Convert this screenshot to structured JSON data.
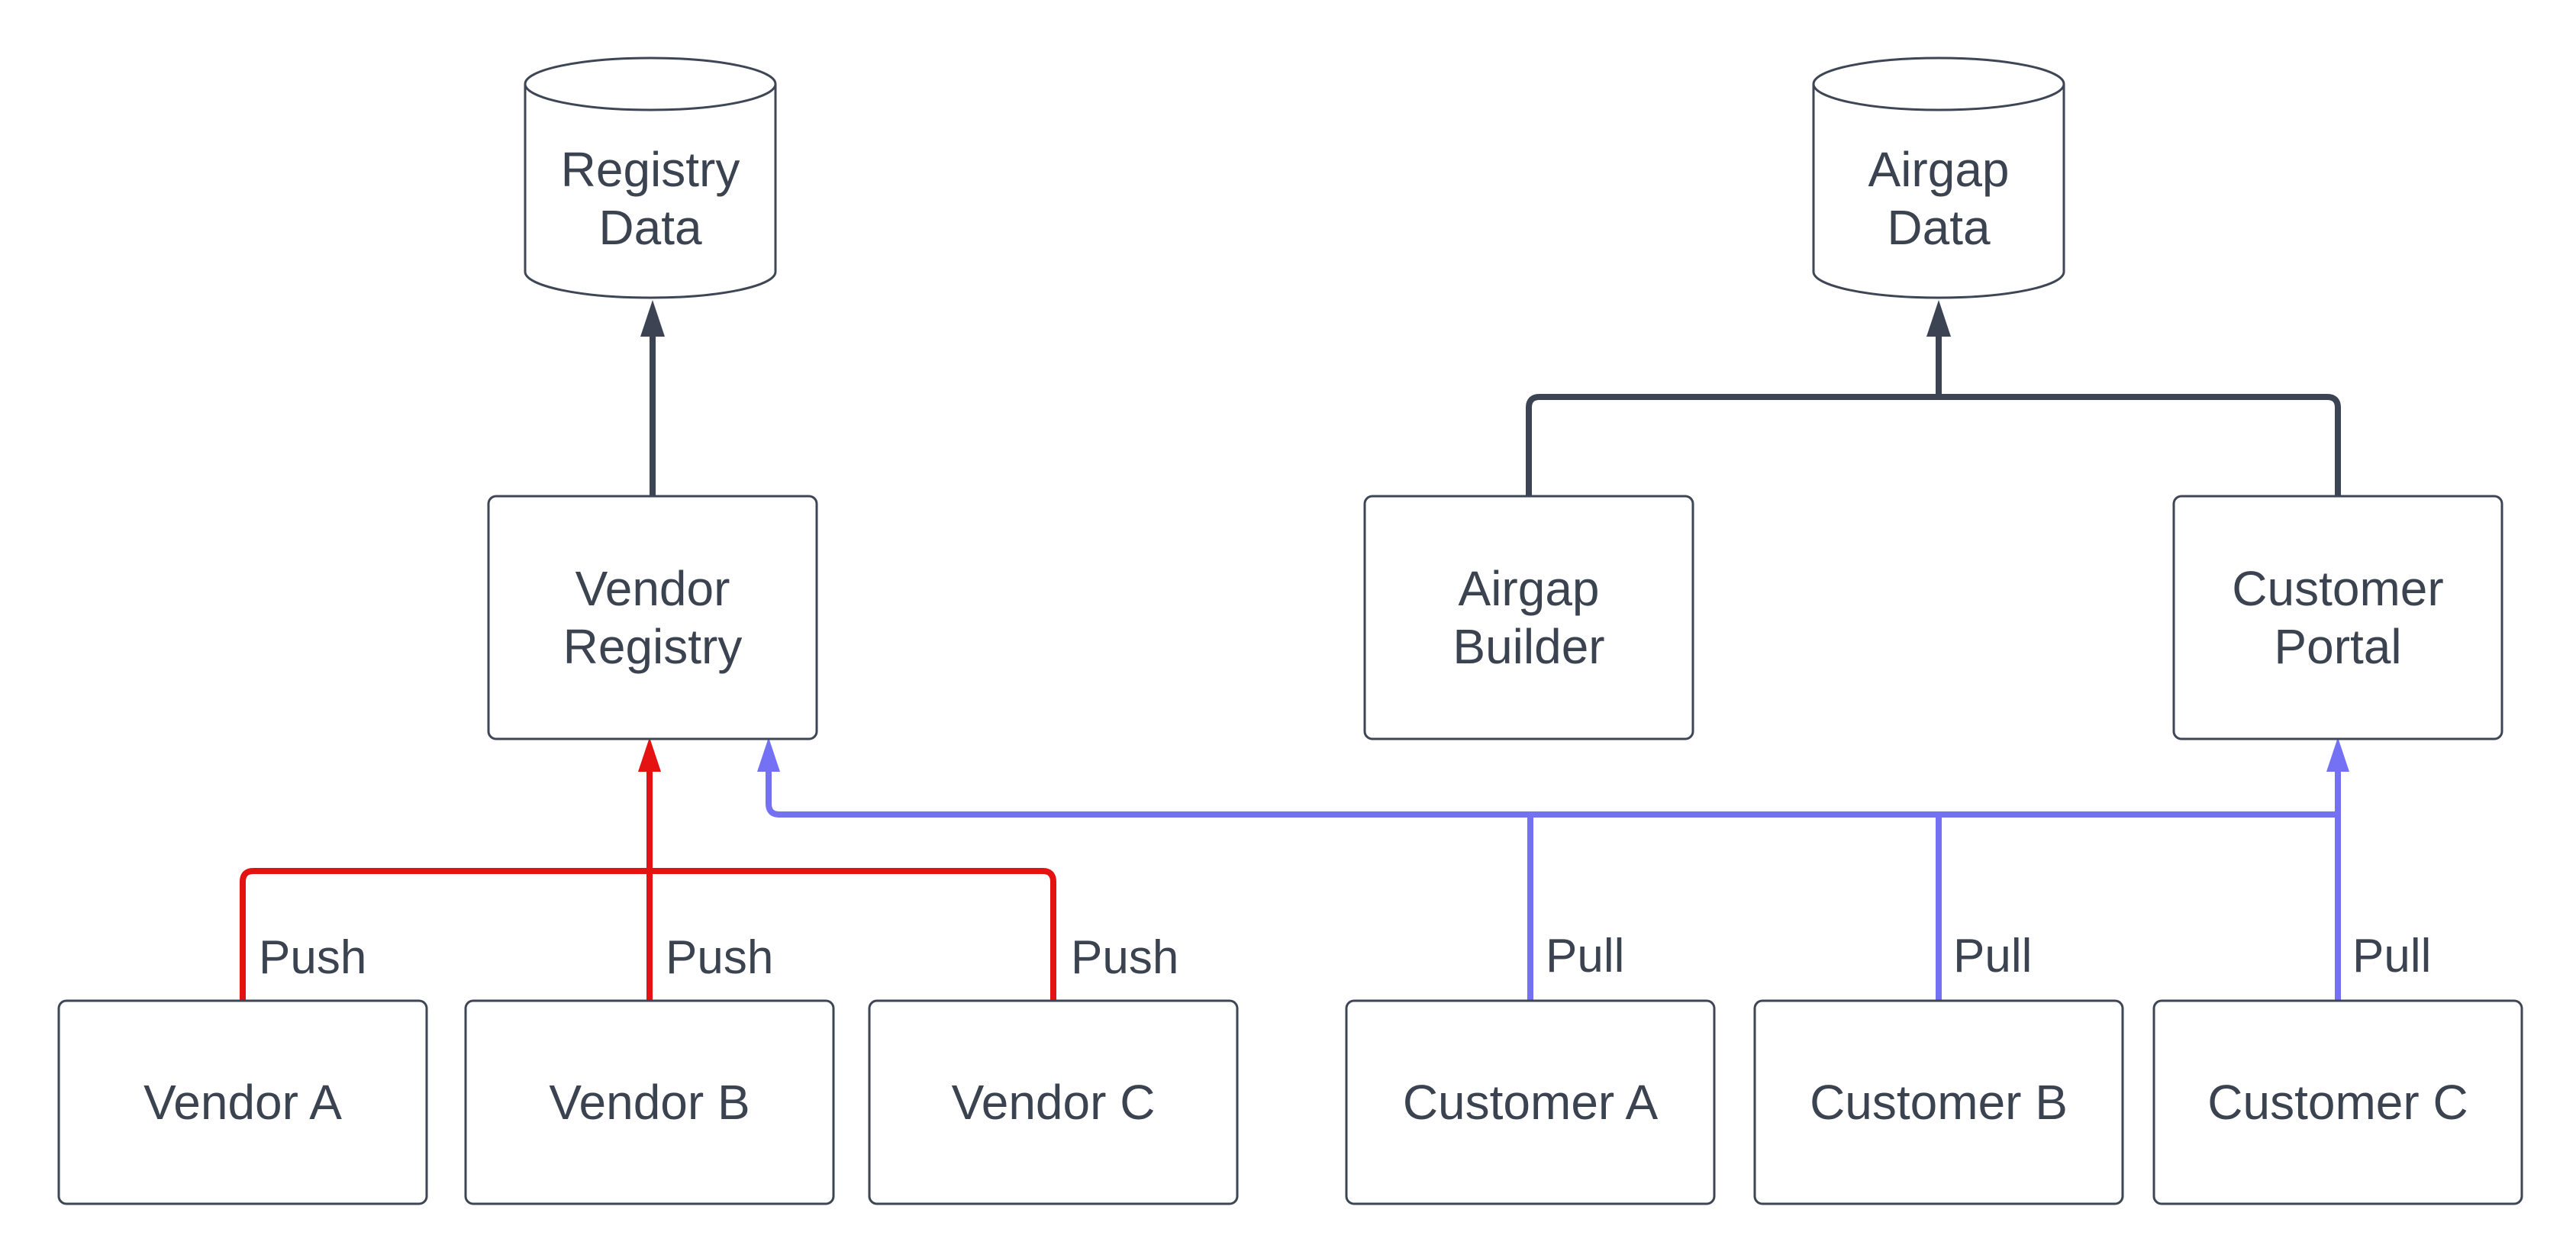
{
  "diagram": {
    "title": "vendor-customer-registry-flow",
    "background_color": "#ffffff",
    "colors": {
      "shape_stroke": "#3e4656",
      "label_text": "#3b4350",
      "store_edge": "#3c4453",
      "push_edge": "#e51212",
      "pull_edge": "#7471f4"
    },
    "nodes": {
      "registry_data": {
        "shape": "database-cylinder",
        "lines": [
          "Registry",
          "Data"
        ]
      },
      "airgap_data": {
        "shape": "database-cylinder",
        "lines": [
          "Airgap",
          "Data"
        ]
      },
      "vendor_registry": {
        "shape": "rounded-rect",
        "lines": [
          "Vendor",
          "Registry"
        ]
      },
      "airgap_builder": {
        "shape": "rounded-rect",
        "lines": [
          "Airgap",
          "Builder"
        ]
      },
      "customer_portal": {
        "shape": "rounded-rect",
        "lines": [
          "Customer",
          "Portal"
        ]
      },
      "vendor_a": {
        "shape": "rounded-rect",
        "lines": [
          "Vendor A"
        ]
      },
      "vendor_b": {
        "shape": "rounded-rect",
        "lines": [
          "Vendor B"
        ]
      },
      "vendor_c": {
        "shape": "rounded-rect",
        "lines": [
          "Vendor C"
        ]
      },
      "customer_a": {
        "shape": "rounded-rect",
        "lines": [
          "Customer A"
        ]
      },
      "customer_b": {
        "shape": "rounded-rect",
        "lines": [
          "Customer B"
        ]
      },
      "customer_c": {
        "shape": "rounded-rect",
        "lines": [
          "Customer C"
        ]
      }
    },
    "edges": [
      {
        "from": "vendor_registry",
        "to": "registry_data",
        "color": "#3c4453",
        "arrow": "up"
      },
      {
        "from": "airgap_builder",
        "to": "airgap_data",
        "color": "#3c4453",
        "arrow": "up"
      },
      {
        "from": "customer_portal",
        "to": "airgap_data",
        "color": "#3c4453",
        "arrow": "up"
      },
      {
        "from": "vendors",
        "to": "vendor_registry",
        "color": "#e51212",
        "arrow": "up"
      },
      {
        "from": "customers",
        "to": "vendor_registry",
        "color": "#7471f4",
        "arrow": "up"
      },
      {
        "from": "customers",
        "to": "customer_portal",
        "color": "#7471f4",
        "arrow": "up"
      }
    ],
    "edge_labels": {
      "push": [
        "Push",
        "Push",
        "Push"
      ],
      "pull": [
        "Pull",
        "Pull",
        "Pull"
      ]
    }
  }
}
